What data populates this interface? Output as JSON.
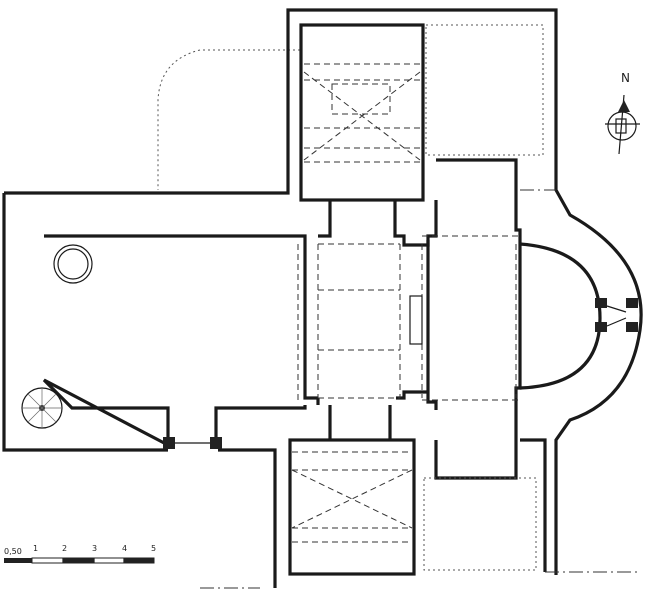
{
  "north_label": "N",
  "scale": {
    "labels": [
      "0,50",
      "1",
      "2",
      "3",
      "4",
      "5"
    ]
  }
}
